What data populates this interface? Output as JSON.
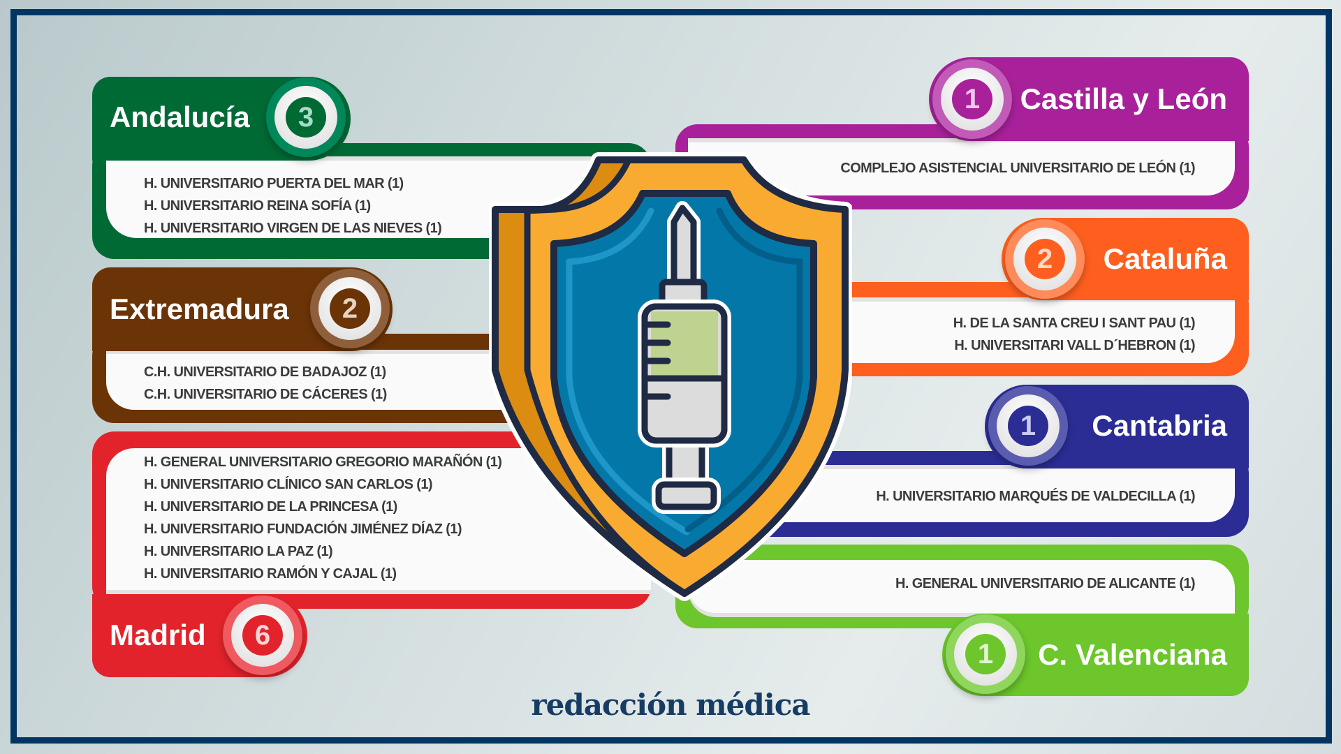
{
  "regions": [
    {
      "name": "Andalucía",
      "count": "3",
      "color": "#006a35",
      "ring": "#00875a",
      "num": "#a6dcc8",
      "hospitals": [
        "H. UNIVERSITARIO PUERTA DEL MAR (1)",
        "H. UNIVERSITARIO REINA SOFÍA (1)",
        "H. UNIVERSITARIO VIRGEN DE LAS NIEVES (1)"
      ]
    },
    {
      "name": "Extremadura",
      "count": "2",
      "color": "#6b3406",
      "ring": "#8f5f3c",
      "num": "#e6d3c3",
      "hospitals": [
        "C.H. UNIVERSITARIO DE BADAJOZ (1)",
        "C.H. UNIVERSITARIO DE CÁCERES (1)"
      ]
    },
    {
      "name": "Madrid",
      "count": "6",
      "color": "#e3232b",
      "ring": "#ee5a60",
      "num": "#ffd6d8",
      "hospitals": [
        "H. GENERAL UNIVERSITARIO GREGORIO MARAÑÓN (1)",
        "H. UNIVERSITARIO CLÍNICO SAN CARLOS (1)",
        "H. UNIVERSITARIO DE LA PRINCESA (1)",
        "H. UNIVERSITARIO FUNDACIÓN JIMÉNEZ DÍAZ (1)",
        "H. UNIVERSITARIO LA PAZ (1)",
        "H. UNIVERSITARIO RAMÓN Y CAJAL (1)"
      ]
    },
    {
      "name": "Castilla y León",
      "count": "1",
      "color": "#a8219a",
      "ring": "#c25ab7",
      "num": "#f0c8ec",
      "hospitals": [
        "COMPLEJO ASISTENCIAL UNIVERSITARIO DE LEÓN (1)"
      ]
    },
    {
      "name": "Cataluña",
      "count": "2",
      "color": "#ff5f1e",
      "ring": "#ff8a5a",
      "num": "#ffd8c6",
      "hospitals": [
        "H. DE LA SANTA CREU I SANT PAU (1)",
        "H. UNIVERSITARI VALL D´HEBRON (1)"
      ]
    },
    {
      "name": "Cantabria",
      "count": "1",
      "color": "#2b2d95",
      "ring": "#5a5cb0",
      "num": "#c9cbf0",
      "hospitals": [
        "H. UNIVERSITARIO MARQUÉS DE VALDECILLA (1)"
      ]
    },
    {
      "name": "C. Valenciana",
      "count": "1",
      "color": "#6cc62c",
      "ring": "#8fd65c",
      "num": "#e2f5d2",
      "hospitals": [
        "H. GENERAL UNIVERSITARIO DE ALICANTE (1)"
      ]
    }
  ],
  "shield_icon": "shield-syringe-icon",
  "logo": "redacción médica"
}
